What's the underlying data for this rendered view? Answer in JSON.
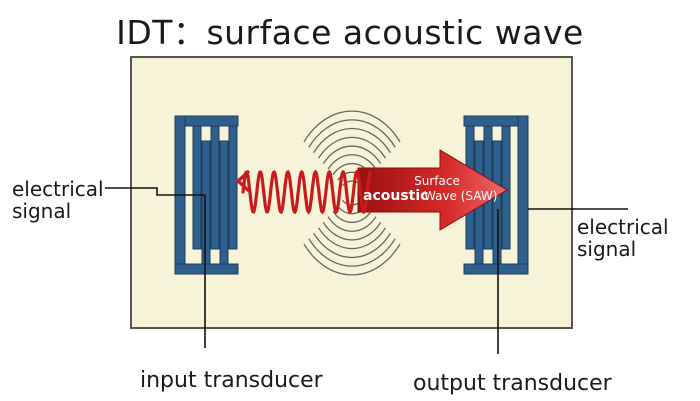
{
  "title": "IDT：surface acoustic wave",
  "labels": {
    "left_signal_line1": "electrical",
    "left_signal_line2": "signal",
    "right_signal_line1": "electrical",
    "right_signal_line2": "signal",
    "input": "input transducer",
    "output": "output transducer",
    "arrow_line1": "Surface",
    "arrow_line2": "acoustic",
    "arrow_line3": "Wave (SAW)"
  },
  "colors": {
    "substrate": "#f7f3d8",
    "electrode": "#2f5f8c",
    "wave": "#c81c1c",
    "arrow": "#d42a2a",
    "ripple": "#666666"
  }
}
